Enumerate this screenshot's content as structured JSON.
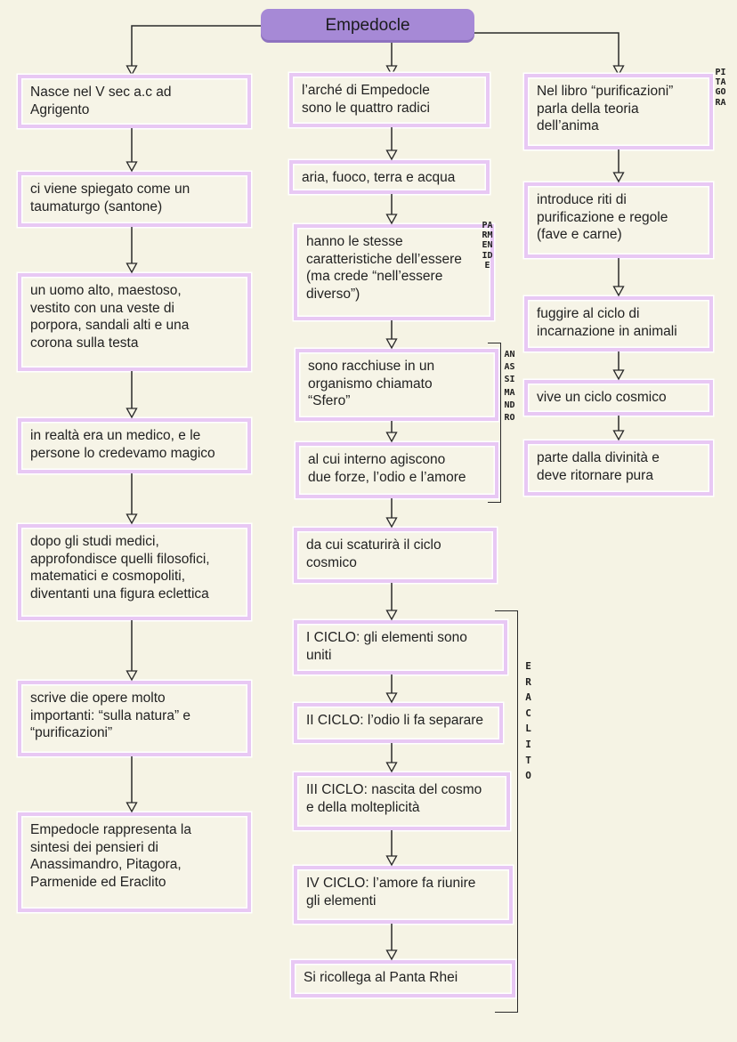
{
  "title": "Empedocle",
  "colors": {
    "background": "#f5f3e4",
    "box_border": "#e8c8f4",
    "title_fill": "#a689d6",
    "line": "#2a2a2a",
    "text": "#222222"
  },
  "columns": {
    "left": {
      "boxes": [
        {
          "text": "Nasce nel V sec a.c ad\nAgrigento"
        },
        {
          "text": "ci viene spiegato come un\ntaumaturgo (santone)"
        },
        {
          "text": "un uomo alto, maestoso,\nvestito con una veste di\nporpora, sandali alti e una\ncorona sulla testa"
        },
        {
          "text": "in realtà era un medico, e le\npersone lo credevamo magico"
        },
        {
          "text": "dopo gli studi medici,\napprofondisce quelli filosofici,\nmatematici e cosmopoliti,\ndiventanti una figura eclettica"
        },
        {
          "text": "scrive die opere molto\nimportanti: “sulla natura” e\n“purificazioni”"
        },
        {
          "text": "Empedocle rappresenta la\nsintesi dei pensieri di\nAnassimandro, Pitagora,\nParmenide ed Eraclito"
        }
      ]
    },
    "middle": {
      "boxes": [
        {
          "text": "l’arché di Empedocle\nsono le quattro radici"
        },
        {
          "text": "aria, fuoco, terra e acqua"
        },
        {
          "text": "hanno le stesse\ncaratteristiche dell’essere\n(ma crede “nell’essere\ndiverso”)"
        },
        {
          "text": "sono racchiuse in un\norganismo chiamato\n“Sfero”"
        },
        {
          "text": "al cui interno agiscono\ndue forze, l’odio e l’amore"
        },
        {
          "text": "da cui scaturirà il ciclo\ncosmico"
        },
        {
          "text": "I CICLO: gli elementi sono\nuniti"
        },
        {
          "text": "II CICLO: l’odio li fa separare"
        },
        {
          "text": "III CICLO: nascita del cosmo\ne della molteplicità"
        },
        {
          "text": "IV CICLO: l’amore fa riunire\ngli elementi"
        },
        {
          "text": "Si ricollega al Panta Rhei"
        }
      ]
    },
    "right": {
      "boxes": [
        {
          "text": "Nel libro “purificazioni”\nparla della teoria\ndell’anima"
        },
        {
          "text": "introduce riti di\npurificazione e regole\n(fave e carne)"
        },
        {
          "text": "fuggire al ciclo di\nincarnazione in animali"
        },
        {
          "text": "vive un ciclo cosmico"
        },
        {
          "text": "parte dalla divinità e\ndeve ritornare pura"
        }
      ]
    }
  },
  "annotations": {
    "pitagora": "PITAGORA",
    "parmenide": "PARMENIDE",
    "anassimandro": "ANASSIMANDRO",
    "eraclito": "ERACLITO"
  }
}
